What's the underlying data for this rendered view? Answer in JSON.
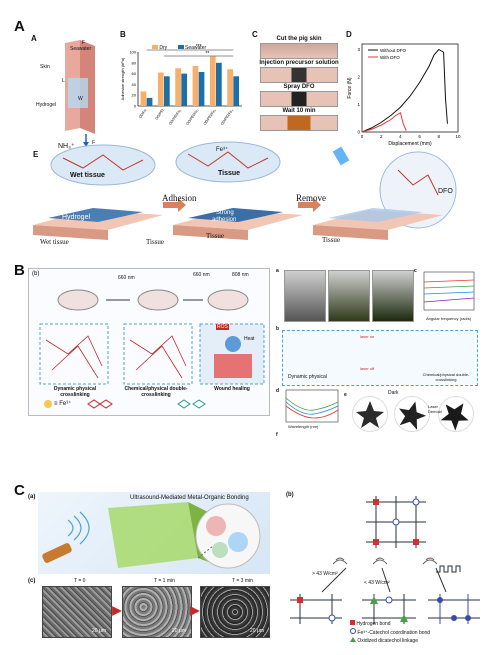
{
  "panels": {
    "A": "A",
    "B": "B",
    "C": "C"
  },
  "sectionA": {
    "sub_a": "A",
    "sub_b": "B",
    "sub_c": "C",
    "sub_d": "D",
    "sub_e": "E",
    "diagram": {
      "seawater": "Seawater",
      "skin": "Skin",
      "hydrogel": "Hydrogel",
      "L": "L",
      "W": "W",
      "F_top": "F",
      "F_bot": "F"
    },
    "bar_chart": {
      "legend": [
        "Dry",
        "Seawater"
      ],
      "ylabel": "Adhesive strength (kPa)",
      "yticks": [
        "0",
        "20",
        "40",
        "60",
        "80",
        "100"
      ],
      "significance": [
        "***",
        "**"
      ]
    },
    "steps": [
      "Cut the pig skin",
      "Injection precursor solution",
      "Spray DFO",
      "Wait 10 min"
    ],
    "force_chart": {
      "legend": [
        "Without DFO",
        "With DFO"
      ],
      "ylabel": "Force (N)",
      "xlabel": "Displacement (mm)",
      "yticks": [
        "0",
        "1",
        "2",
        "3"
      ],
      "xticks": [
        "0",
        "2",
        "4",
        "6",
        "8",
        "10"
      ]
    },
    "scheme": {
      "wet_tissue": "Wet tissue",
      "wet_tissue2": "Wet tissue",
      "adhesion": "Adhesion",
      "remove": "Remove",
      "hydrogel": "Hydrogel",
      "tissue1": "Tissue",
      "tissue2": "Tissue",
      "tissue3": "Tissue",
      "tissue4": "Tissue",
      "strong": "Strong",
      "adhesion2": "adhesion",
      "dfo": "DFO",
      "nh3": "NH₃⁺",
      "fe": "Fe³⁺"
    }
  },
  "chart_data": [
    {
      "type": "bar",
      "categories": [
        "OD/Fe",
        "OD/PEI",
        "OD/PEI/Fe₁",
        "OD/PEI/Fe₂",
        "OD/PEI/Fe₃",
        "OD/PEI/Fe₄"
      ],
      "series": [
        {
          "name": "Dry",
          "values": [
            27,
            62,
            70,
            74,
            92,
            68
          ]
        },
        {
          "name": "Seawater",
          "values": [
            15,
            55,
            60,
            63,
            80,
            55
          ]
        }
      ],
      "ylabel": "Adhesive strength (kPa)",
      "ylim": [
        0,
        100
      ]
    },
    {
      "type": "line",
      "xlabel": "Displacement (mm)",
      "ylabel": "Force (N)",
      "xlim": [
        0,
        10
      ],
      "ylim": [
        0,
        3.2
      ],
      "series": [
        {
          "name": "Without DFO",
          "x": [
            0,
            1,
            2,
            3,
            4,
            5,
            6,
            7,
            7.5,
            8,
            8.5,
            8.7,
            8.9
          ],
          "y": [
            0,
            0.15,
            0.35,
            0.6,
            0.9,
            1.3,
            1.8,
            2.4,
            2.8,
            3.0,
            2.9,
            1.2,
            0.3
          ]
        },
        {
          "name": "With DFO",
          "x": [
            0,
            1,
            2,
            3,
            3.5,
            4,
            4.3,
            4.6
          ],
          "y": [
            0,
            0.1,
            0.25,
            0.45,
            0.6,
            0.7,
            0.3,
            0.05
          ]
        }
      ]
    }
  ],
  "sectionB": {
    "sub_b": "(b)",
    "laser1": "660 nm",
    "laser2": "660 nm",
    "laser3": "808 nm",
    "ros": "ROS",
    "heat": "Heat",
    "cap1": "Dynamic physical crosslinking",
    "cap2": "Chemical/physical double-crosslinking",
    "cap3": "Wound healing",
    "legend_fe": "Fe³⁺",
    "legend_eq": "≡",
    "right": {
      "a": "a",
      "b": "b",
      "c": "c",
      "d": "d",
      "e": "e",
      "f": "f",
      "dyn": "Dynamic physical",
      "chem": "Chemical/physical double-crosslinking",
      "dark": "Dark",
      "laser": "Laser Demold",
      "laser_on": "laser on",
      "laser_off": "laser off",
      "wavelength": "Wavelength (nm)",
      "angular": "Angular frequency (rad/s)"
    }
  },
  "sectionC": {
    "sub_a": "(a)",
    "sub_b": "(b)",
    "sub_c": "(c)",
    "title": "Ultrasound-Mediated Metal-Organic Bonding",
    "times": [
      "T = 0",
      "T = 1 min",
      "T = 3 min"
    ],
    "scales": [
      "20 μm",
      "20 μm",
      "20 μm"
    ],
    "cond1": "> 43 W/cm²",
    "cond2": "< 43 W/cm²",
    "legend": [
      "Hydrogen bond",
      "Fe³⁺-Catechol coordination bond",
      "Oxidized dicatechol linkage"
    ],
    "colors": {
      "red": "#d32f2f",
      "blue": "#3949ab",
      "green": "#43a047",
      "dark": "#263238"
    }
  }
}
